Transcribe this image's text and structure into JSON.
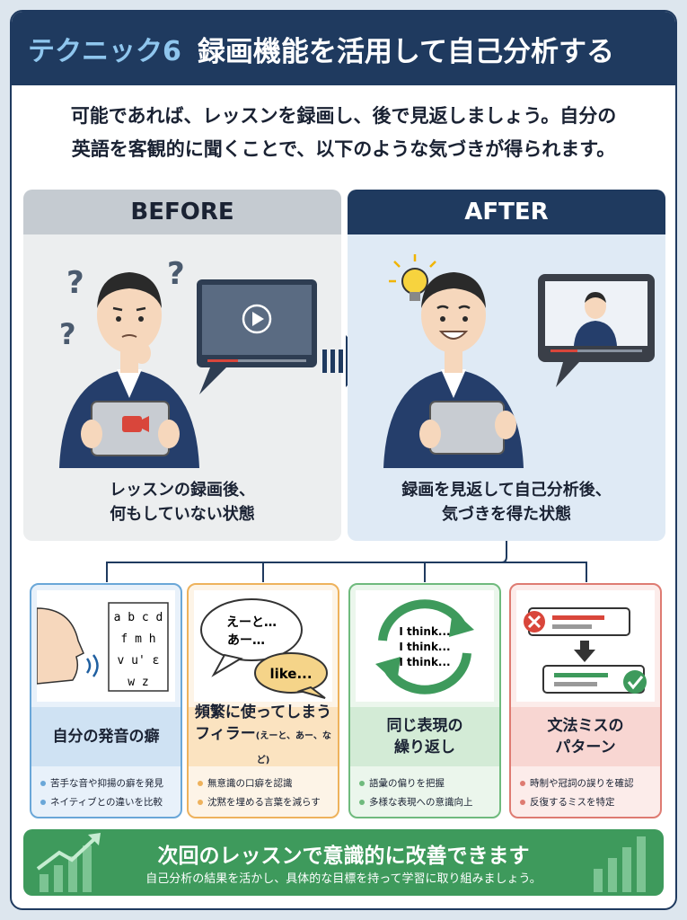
{
  "header": {
    "technique": "テクニック6",
    "title": "録画機能を活用して自己分析する"
  },
  "intro": {
    "line1": "可能であれば、レッスンを録画し、後で見返しましょう。自分の",
    "line2": "英語を客観的に聞くことで、以下のような気づきが得られます。"
  },
  "before": {
    "label": "BEFORE",
    "caption1": "レッスンの録画後、",
    "caption2": "何もしていない状態"
  },
  "after": {
    "label": "AFTER",
    "caption1": "録画を見返して自己分析後、",
    "caption2": "気づきを得た状態"
  },
  "cards": [
    {
      "title1": "自分の発音の癖",
      "title2": "",
      "title_small": "",
      "letters": [
        "a b c d",
        "f m h",
        "v u' ε",
        "w z"
      ],
      "bullets": [
        "苦手な音や抑揚の癖を発見",
        "ネイティブとの違いを比較"
      ],
      "color": "#6aa7d8"
    },
    {
      "title1": "頻繁に使ってしまう",
      "title2": "フィラー",
      "title_small": "(えーと、あー、など)",
      "bubble1a": "えーと…",
      "bubble1b": "あー…",
      "bubble2": "like...",
      "bullets": [
        "無意識の口癖を認識",
        "沈黙を埋める言葉を減らす"
      ],
      "color": "#eeb25c"
    },
    {
      "title1": "同じ表現の",
      "title2": "繰り返し",
      "title_small": "",
      "repeat": [
        "I think...",
        "I think...",
        "I think..."
      ],
      "bullets": [
        "語彙の偏りを把握",
        "多様な表現への意識向上"
      ],
      "color": "#6fba7d"
    },
    {
      "title1": "文法ミスの",
      "title2": "パターン",
      "title_small": "",
      "bullets": [
        "時制や冠詞の誤りを確認",
        "反復するミスを特定"
      ],
      "color": "#de7b72"
    }
  ],
  "footer": {
    "title": "次回のレッスンで意識的に改善できます",
    "subtitle": "自己分析の結果を活かし、具体的な目標を持って学習に取り組みましょう。"
  },
  "icons": [
    "question-mark-icon",
    "play-icon",
    "camera-icon",
    "lightbulb-icon",
    "arrow-right-icon",
    "speaking-face-icon",
    "speech-bubble-icon",
    "repeat-arrows-icon",
    "error-icon",
    "check-icon",
    "growth-chart-icon"
  ],
  "colors": {
    "navy": "#1f3a5f",
    "green": "#3e9a5c",
    "red": "#d9463b",
    "light_blue": "#8fc6ee"
  }
}
